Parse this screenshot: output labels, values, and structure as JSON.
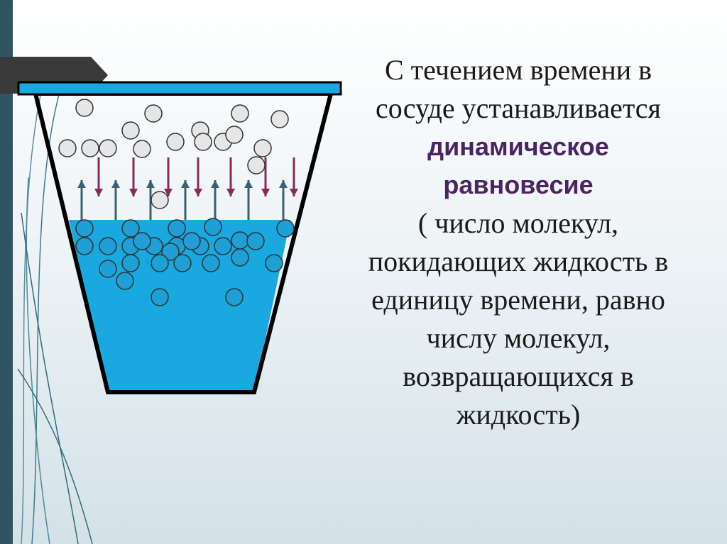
{
  "slide": {
    "text_lines": [
      "С течением времени в",
      "сосуде устанавливается"
    ],
    "emphasis_lines": [
      "динамическое",
      "равновесие"
    ],
    "note_lines": [
      "( число молекул,",
      "покидающих жидкость в",
      "единицу времени, равно",
      "числу молекул,",
      "возвращающихся в",
      "жидкость)"
    ]
  },
  "diagram": {
    "colors": {
      "liquid": "#1aa8e0",
      "molecule_vapor": "#e6e6e6",
      "molecule_liquid": "#1e9fd6",
      "arrow_up": "#3a5f72",
      "arrow_down": "#8a2a57",
      "lid": "#1aa8e0",
      "vessel_outline": "#000000"
    },
    "vapor_molecule_count": 17,
    "liquid_molecule_count": 27,
    "up_arrow_count": 7,
    "down_arrow_count": 7
  }
}
